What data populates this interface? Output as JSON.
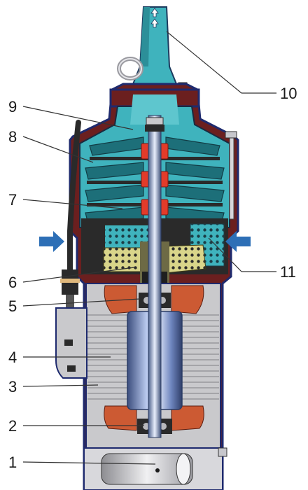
{
  "colors": {
    "housing": "#6b1f1f",
    "housing_outline": "#1e2a6e",
    "pump_body": "#3fb3bd",
    "pump_dark": "#1d6f79",
    "impeller": "#2a2a2a",
    "coupling": "#e23b2a",
    "stator_winding": "#cc5a33",
    "stator_core": "#c9c9cc",
    "stator_lines": "#7f7f85",
    "rotor": "#8aa6d8",
    "filter_mesh": "#d9d58a",
    "inlet_arrow": "#2d6fb6",
    "cable": "#2a2a2a",
    "base": "#d8d8dc",
    "leader_line": "#333333"
  },
  "icons": {
    "outlet_arrow": "double-up-arrow-icon",
    "inlet_left": "arrow-right-icon",
    "inlet_right": "arrow-left-icon",
    "lifting_eye": "ring-icon"
  },
  "callouts": [
    {
      "id": "1",
      "label": "1"
    },
    {
      "id": "2",
      "label": "2"
    },
    {
      "id": "3",
      "label": "3"
    },
    {
      "id": "4",
      "label": "4"
    },
    {
      "id": "5",
      "label": "5"
    },
    {
      "id": "6",
      "label": "6"
    },
    {
      "id": "7",
      "label": "7"
    },
    {
      "id": "8",
      "label": "8"
    },
    {
      "id": "9",
      "label": "9"
    },
    {
      "id": "10",
      "label": "10"
    },
    {
      "id": "11",
      "label": "11"
    }
  ]
}
